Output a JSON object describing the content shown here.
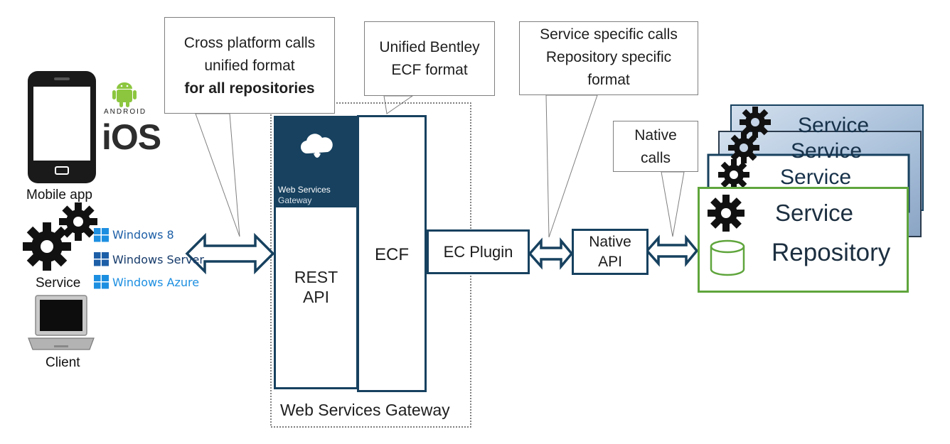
{
  "callouts": {
    "cross_platform": {
      "line1": "Cross platform calls",
      "line2": "unified format",
      "line3": "for all repositories"
    },
    "unified_bentley": {
      "line1": "Unified Bentley",
      "line2": "ECF format"
    },
    "service_specific": {
      "line1": "Service specific calls",
      "line2": "Repository specific",
      "line3": "format"
    },
    "native_calls": {
      "line1": "Native",
      "line2": "calls"
    }
  },
  "clients": {
    "mobile_label": "Mobile app",
    "android_text": "ANDROID",
    "ios_text": "iOS",
    "service_label": "Service",
    "client_label": "Client",
    "windows_8": "Windows 8",
    "windows_server": "Windows Server",
    "windows_azure": "Windows Azure"
  },
  "gateway": {
    "logo_line1": "Web Services",
    "logo_line2": "Gateway",
    "rest_line1": "REST",
    "rest_line2": "API",
    "ecf": "ECF",
    "ec_plugin": "EC Plugin",
    "caption": "Web Services Gateway"
  },
  "native_api": {
    "line1": "Native",
    "line2": "API"
  },
  "repositories": {
    "stack_label": "Service",
    "front_service": "Service",
    "front_repository": "Repository"
  },
  "colors": {
    "navy": "#17415f",
    "green": "#5fa53c",
    "android_green": "#8cc63f",
    "windows_blue": "#1d8fe1"
  }
}
